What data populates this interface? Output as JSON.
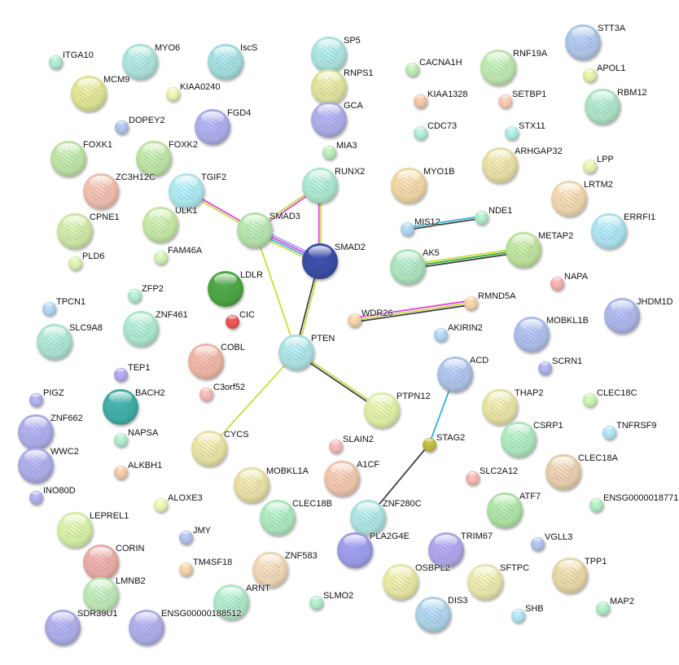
{
  "network": {
    "nodes": [
      {
        "name": "ITGA10",
        "color": "#a8dcc8"
      },
      {
        "name": "MYO6",
        "color": "#a8dcd4"
      },
      {
        "name": "IscS",
        "color": "#9fd6d6"
      },
      {
        "name": "SP5",
        "color": "#a6dcd8"
      },
      {
        "name": "CACNA1H",
        "color": "#b8e0b0"
      },
      {
        "name": "RNF19A",
        "color": "#b8e0a8"
      },
      {
        "name": "STT3A",
        "color": "#a8c0e0"
      },
      {
        "name": "APOL1",
        "color": "#d8e8a0"
      },
      {
        "name": "MCM9",
        "color": "#d8dc90"
      },
      {
        "name": "KIAA0240",
        "color": "#e0e8a8"
      },
      {
        "name": "RNPS1",
        "color": "#d8dc98"
      },
      {
        "name": "KIAA1328",
        "color": "#e8bca0"
      },
      {
        "name": "SETBP1",
        "color": "#f0c0a8"
      },
      {
        "name": "RBM12",
        "color": "#a8dcc0"
      },
      {
        "name": "DOPEY2",
        "color": "#a8b8e0"
      },
      {
        "name": "FGD4",
        "color": "#a8a8e0"
      },
      {
        "name": "GCA",
        "color": "#a8a8e0"
      },
      {
        "name": "CDC73",
        "color": "#a8e0d0"
      },
      {
        "name": "STX11",
        "color": "#a8e0d8"
      },
      {
        "name": "FOXK1",
        "color": "#b8dca0"
      },
      {
        "name": "FOXK2",
        "color": "#b8dca0"
      },
      {
        "name": "MIA3",
        "color": "#b0e0b0"
      },
      {
        "name": "ARHGAP32",
        "color": "#e0d8a0"
      },
      {
        "name": "LPP",
        "color": "#d8e8a8"
      },
      {
        "name": "ZC3H12C",
        "color": "#e8b8a8"
      },
      {
        "name": "TGIF2",
        "color": "#a8e0e8"
      },
      {
        "name": "RUNX2",
        "color": "#a8e0c8"
      },
      {
        "name": "MYO1B",
        "color": "#e8d0a0"
      },
      {
        "name": "LRTM2",
        "color": "#e8d0a8"
      },
      {
        "name": "CPNE1",
        "color": "#c8e0a0"
      },
      {
        "name": "ULK1",
        "color": "#c0e0a0"
      },
      {
        "name": "SMAD3",
        "color": "#b0dca8"
      },
      {
        "name": "MIS12",
        "color": "#a8cce8"
      },
      {
        "name": "NDE1",
        "color": "#a8e0c0"
      },
      {
        "name": "ERRFI1",
        "color": "#a8dce8"
      },
      {
        "name": "PLD6",
        "color": "#d0e8a8"
      },
      {
        "name": "FAM46A",
        "color": "#c8e8a8"
      },
      {
        "name": "SMAD2",
        "color": "#3a4aa0"
      },
      {
        "name": "AK5",
        "color": "#a8dcb8"
      },
      {
        "name": "METAP2",
        "color": "#b8dc98"
      },
      {
        "name": "LDLR",
        "color": "#4aa040"
      },
      {
        "name": "NAPA",
        "color": "#e8a8a8"
      },
      {
        "name": "TPCN1",
        "color": "#a8cce8"
      },
      {
        "name": "ZFP2",
        "color": "#a8e0c8"
      },
      {
        "name": "CIC",
        "color": "#e05050"
      },
      {
        "name": "RMND5A",
        "color": "#e8c8a0"
      },
      {
        "name": "WDR26",
        "color": "#e8c8a0"
      },
      {
        "name": "JHDM1D",
        "color": "#a8b0e0"
      },
      {
        "name": "SLC9A8",
        "color": "#a8dccc"
      },
      {
        "name": "ZNF461",
        "color": "#a8e0c8"
      },
      {
        "name": "AKIRIN2",
        "color": "#a8cce8"
      },
      {
        "name": "MOBKL1B",
        "color": "#a8b8e0"
      },
      {
        "name": "PTEN",
        "color": "#a8dcdc"
      },
      {
        "name": "COBL",
        "color": "#e8b0a0"
      },
      {
        "name": "ACD",
        "color": "#a8bce0"
      },
      {
        "name": "SCRN1",
        "color": "#a8a8e0"
      },
      {
        "name": "TEP1",
        "color": "#a8a0e0"
      },
      {
        "name": "C3orf52",
        "color": "#e8b0b0"
      },
      {
        "name": "PIGZ",
        "color": "#a8a8e0"
      },
      {
        "name": "BACH2",
        "color": "#40a8a0"
      },
      {
        "name": "THAP2",
        "color": "#e0dca0"
      },
      {
        "name": "CLEC18C",
        "color": "#c0e8a8"
      },
      {
        "name": "PTPN12",
        "color": "#d8e8a0"
      },
      {
        "name": "ZNF662",
        "color": "#a8a8e0"
      },
      {
        "name": "TNFRSF9",
        "color": "#a8d8e8"
      },
      {
        "name": "CSRP1",
        "color": "#a8e0b8"
      },
      {
        "name": "NAPSA",
        "color": "#a8e0c0"
      },
      {
        "name": "STAG2",
        "color": "#b8b040"
      },
      {
        "name": "CYCS",
        "color": "#e0dca0"
      },
      {
        "name": "SLAIN2",
        "color": "#e8b0b0"
      },
      {
        "name": "WWC2",
        "color": "#a8a8e0"
      },
      {
        "name": "CLEC18A",
        "color": "#e0c8a8"
      },
      {
        "name": "ALKBH1",
        "color": "#e8c0a0"
      },
      {
        "name": "A1CF",
        "color": "#e8c0a8"
      },
      {
        "name": "SLC2A12",
        "color": "#e8b0a8"
      },
      {
        "name": "MOBKL1A",
        "color": "#e0d8a0"
      },
      {
        "name": "INO80D",
        "color": "#a8a8e0"
      },
      {
        "name": "ENSG0000018771",
        "color": "#a8e0b8"
      },
      {
        "name": "ATF7",
        "color": "#a8dca0"
      },
      {
        "name": "ALOXE3",
        "color": "#e0e8a8"
      },
      {
        "name": "CLEC18B",
        "color": "#a8e0b8"
      },
      {
        "name": "ZNF280C",
        "color": "#a8dcd8"
      },
      {
        "name": "LEPREL1",
        "color": "#d0e8a0"
      },
      {
        "name": "JMY",
        "color": "#a8b8e0"
      },
      {
        "name": "PLA2G4E",
        "color": "#9898e0"
      },
      {
        "name": "TRIM67",
        "color": "#a8a0e0"
      },
      {
        "name": "VGLL3",
        "color": "#a8b8e0"
      },
      {
        "name": "CORIN",
        "color": "#e0a8a0"
      },
      {
        "name": "TM4SF18",
        "color": "#e8c8a0"
      },
      {
        "name": "ZNF583",
        "color": "#e8d0b0"
      },
      {
        "name": "TPP1",
        "color": "#e0d0a0"
      },
      {
        "name": "LMNB2",
        "color": "#b8e0b0"
      },
      {
        "name": "ARNT",
        "color": "#a8e0c0"
      },
      {
        "name": "OSBPL2",
        "color": "#e0e0a0"
      },
      {
        "name": "SFTPC",
        "color": "#e0e0a8"
      },
      {
        "name": "SLMO2",
        "color": "#a8e0c0"
      },
      {
        "name": "DIS3",
        "color": "#a8cce0"
      },
      {
        "name": "SHB",
        "color": "#a8d8e8"
      },
      {
        "name": "MAP2",
        "color": "#a8e0c0"
      },
      {
        "name": "SDR39U1",
        "color": "#a8a8e0"
      },
      {
        "name": "ENSG00000188512",
        "color": "#a8a8e0"
      }
    ],
    "edges": [
      {
        "source": "TGIF2",
        "target": "SMAD3",
        "channels": [
          "#e040e0",
          "#c8dc40"
        ]
      },
      {
        "source": "RUNX2",
        "target": "SMAD3",
        "channels": [
          "#e040e0",
          "#c8dc40"
        ]
      },
      {
        "source": "SMAD3",
        "target": "SMAD2",
        "channels": [
          "#a0a0ff",
          "#e040e0",
          "#30b0e0",
          "#c8dc40"
        ]
      },
      {
        "source": "RUNX2",
        "target": "SMAD2",
        "channels": [
          "#c8dc40",
          "#e040e0"
        ]
      },
      {
        "source": "SMAD3",
        "target": "PTEN",
        "channels": [
          "#c8dc40"
        ]
      },
      {
        "source": "SMAD2",
        "target": "PTEN",
        "channels": [
          "#c8dc40",
          "#404040"
        ]
      },
      {
        "source": "PTEN",
        "target": "PTPN12",
        "channels": [
          "#c8dc40",
          "#404040"
        ]
      },
      {
        "source": "PTEN",
        "target": "CYCS",
        "channels": [
          "#c8dc40"
        ]
      },
      {
        "source": "MIS12",
        "target": "NDE1",
        "channels": [
          "#30b0e0",
          "#404040"
        ]
      },
      {
        "source": "AK5",
        "target": "METAP2",
        "channels": [
          "#c8dc40",
          "#30b030",
          "#404040"
        ]
      },
      {
        "source": "WDR26",
        "target": "RMND5A",
        "channels": [
          "#e040e0",
          "#c8dc40",
          "#404040"
        ]
      },
      {
        "source": "ACD",
        "target": "STAG2",
        "channels": [
          "#30b0e0"
        ]
      },
      {
        "source": "STAG2",
        "target": "ZNF280C",
        "channels": [
          "#404040"
        ]
      }
    ]
  }
}
